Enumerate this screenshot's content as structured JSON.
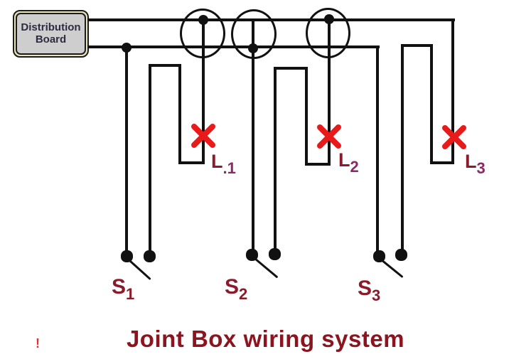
{
  "title": "Joint Box wiring system",
  "footnote_mark": "!",
  "distribution_board": {
    "line1": "Distribution",
    "line2": "Board"
  },
  "lamps": [
    {
      "base": "L",
      "sub": ".1"
    },
    {
      "base": "L",
      "sub": "2"
    },
    {
      "base": "L",
      "sub": "3"
    }
  ],
  "switches": [
    {
      "base": "S",
      "sub": "1"
    },
    {
      "base": "S",
      "sub": "2"
    },
    {
      "base": "S",
      "sub": "3"
    }
  ],
  "colors": {
    "wire": "#111111",
    "label": "#8b1a2b",
    "lamp_sub": "#8b2a63",
    "cross": "#e81a1a",
    "title": "#8b141f",
    "footnote": "#e03030",
    "board_fill": "#cecece",
    "board_band": "#eae5bd",
    "board_border": "#1c1c1c",
    "board_text": "#2e2c40"
  }
}
